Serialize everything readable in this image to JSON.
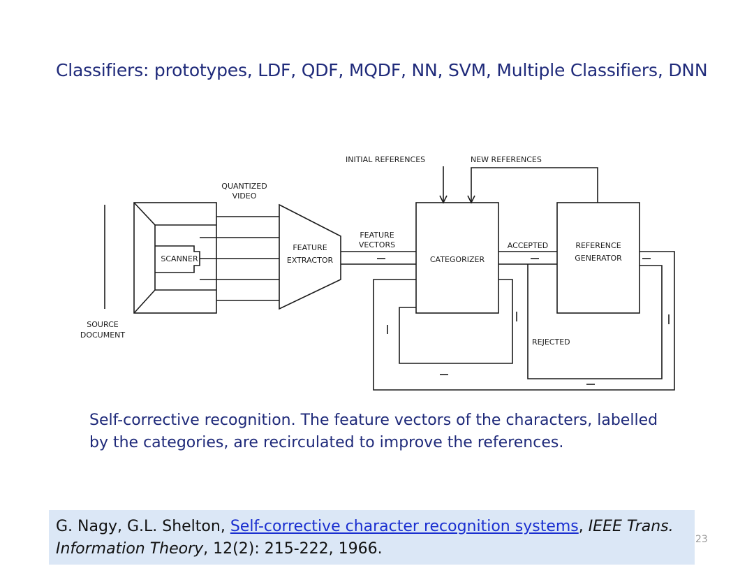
{
  "slide": {
    "title": "Classifiers: prototypes, LDF, QDF, MQDF, NN, SVM, Multiple Classifiers, DNN",
    "caption": "Self-corrective recognition. The feature vectors of the characters, labelled by the categories, are recirculated to improve the references.",
    "page_number": "23"
  },
  "diagram": {
    "labels": {
      "initial_references": "INITIAL REFERENCES",
      "new_references": "NEW REFERENCES",
      "quantized_video_1": "QUANTIZED",
      "quantized_video_2": "VIDEO",
      "scanner": "SCANNER",
      "feature_extractor_1": "FEATURE",
      "feature_extractor_2": "EXTRACTOR",
      "feature_vectors_1": "FEATURE",
      "feature_vectors_2": "VECTORS",
      "categorizer": "CATEGORIZER",
      "accepted": "ACCEPTED",
      "reference_generator_1": "REFERENCE",
      "reference_generator_2": "GENERATOR",
      "rejected": "REJECTED",
      "source_document_1": "SOURCE",
      "source_document_2": "DOCUMENT"
    }
  },
  "reference": {
    "authors": "G. Nagy, G.L. Shelton,",
    "link_text": "Self-corrective character recognition systems",
    "journal_part1": "IEEE Trans.",
    "journal_part2": "Information Theory",
    "details": ", 12(2): 215-222, 1966."
  },
  "colors": {
    "title": "#1f2a7a",
    "link": "#1a2fd0",
    "reference_background": "#dbe7f6"
  }
}
